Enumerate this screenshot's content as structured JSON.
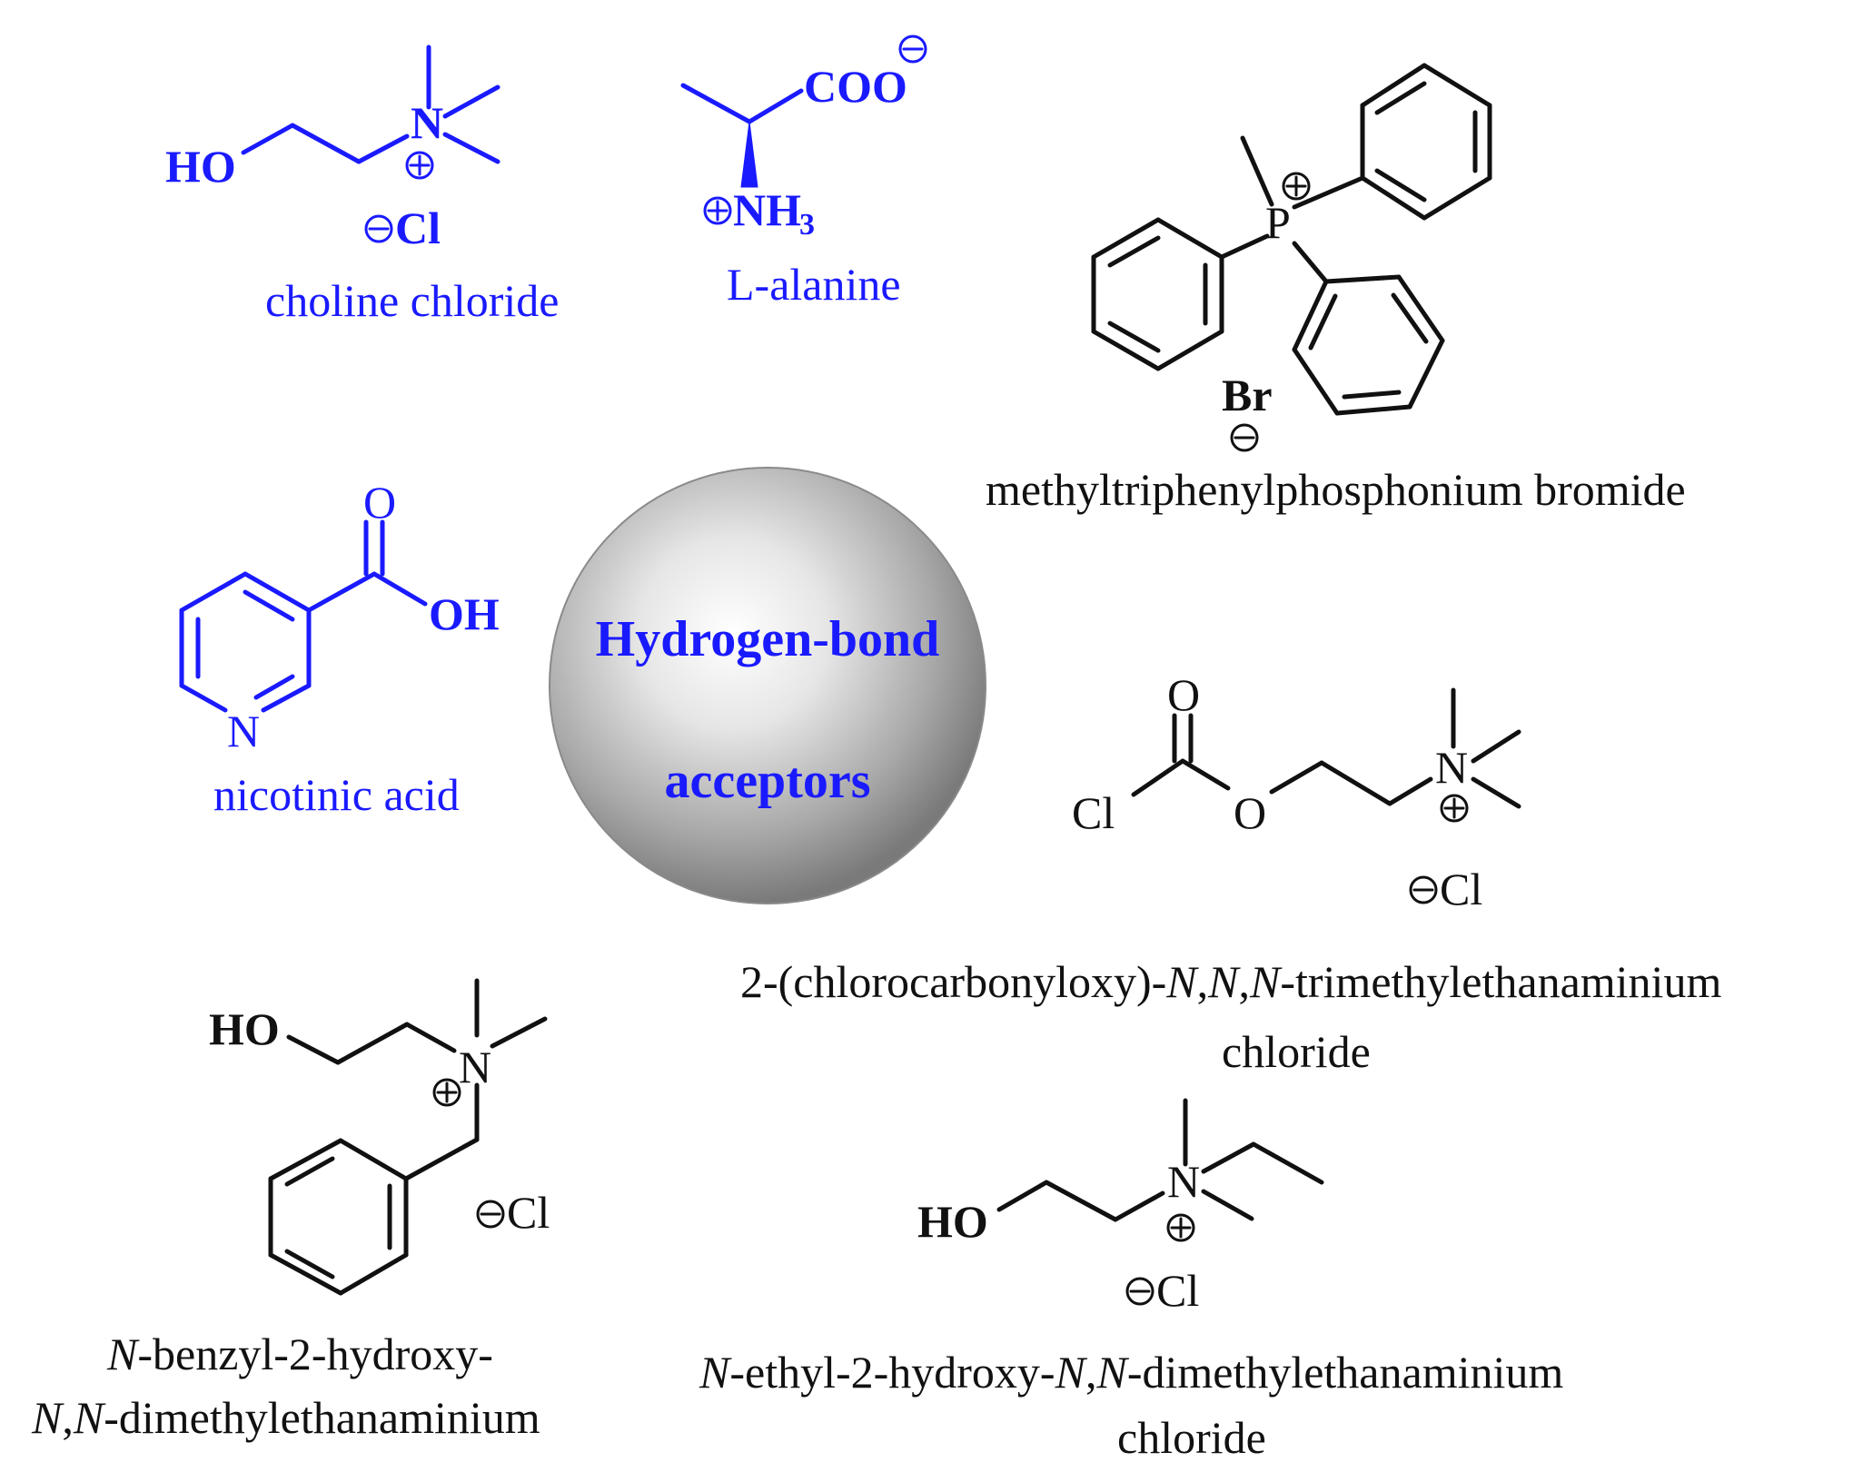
{
  "center": {
    "line1": "Hydrogen-bond",
    "line2": "acceptors"
  },
  "colors": {
    "highlight": "#1a1aff",
    "default": "#111111"
  },
  "atoms": {
    "ho": "HO",
    "oh": "OH",
    "n": "N",
    "n_plus_charge": "⊕",
    "minus_charge": "⊖",
    "cl": "Cl",
    "coo": "COO",
    "nh": "NH",
    "sub3": "3",
    "o": "O",
    "p": "P",
    "br": "Br"
  },
  "molecules": {
    "choline": {
      "name": "choline chloride"
    },
    "alanine": {
      "name": "L-alanine"
    },
    "mtpb": {
      "name": "methyltriphenylphosphonium bromide"
    },
    "nicotinic": {
      "name": "nicotinic acid"
    },
    "chlorocarbonyl": {
      "name_line1_a": "2-(chlorocarbonyloxy)-",
      "name_line1_n1": "N",
      "name_line1_c1": ",",
      "name_line1_n2": "N",
      "name_line1_c2": ",",
      "name_line1_n3": "N",
      "name_line1_b": "-trimethylethanaminium",
      "name_line2": "chloride"
    },
    "benzyl": {
      "name_line1_n": "N",
      "name_line1_b": "-benzyl-2-hydroxy-",
      "name_line2_n1": "N",
      "name_line2_c": ",",
      "name_line2_n2": "N",
      "name_line2_b": "-dimethylethanaminium"
    },
    "ethyl": {
      "name_line1_n1": "N",
      "name_line1_a": "-ethyl-2-hydroxy-",
      "name_line1_n2": "N",
      "name_line1_c": ",",
      "name_line1_n3": "N",
      "name_line1_b": "-dimethylethanaminium",
      "name_line2": "chloride"
    }
  }
}
